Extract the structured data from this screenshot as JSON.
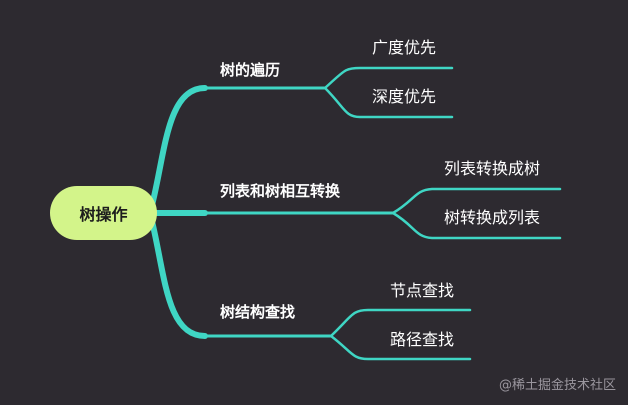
{
  "mindmap": {
    "root": "树操作",
    "branches": [
      {
        "label": "树的遍历",
        "children": [
          "广度优先",
          "深度优先"
        ]
      },
      {
        "label": "列表和树相互转换",
        "children": [
          "列表转换成树",
          "树转换成列表"
        ]
      },
      {
        "label": "树结构查找",
        "children": [
          "节点查找",
          "路径查找"
        ]
      }
    ]
  },
  "colors": {
    "background": "#2d2a30",
    "edge": "#3fd6c4",
    "root_fill": "#d3f48a",
    "text": "#ffffff"
  },
  "watermark": "@稀土掘金技术社区"
}
